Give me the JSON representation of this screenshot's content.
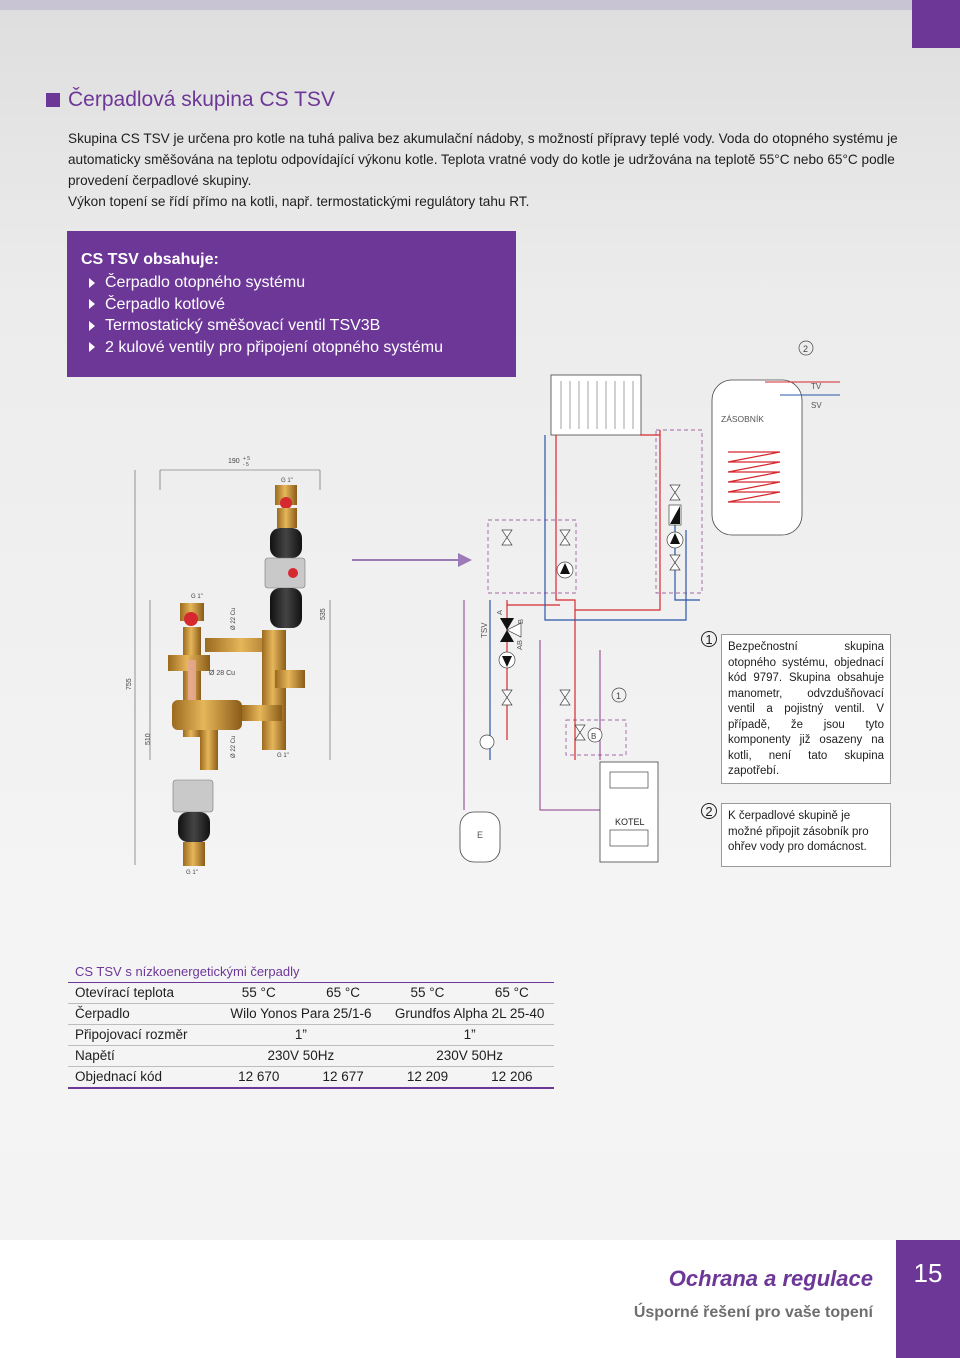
{
  "header": {
    "title": "Čerpadlová skupina CS TSV"
  },
  "intro": {
    "p1": "Skupina CS TSV je určena pro kotle na tuhá paliva bez akumulační nádoby, s možností přípravy teplé vody. Voda do otopného systému je automaticky směšována na teplotu odpovídající výkonu kotle. Teplota vratné vody do kotle je udržována na teplotě 55°C nebo 65°C podle provedení čerpadlové skupiny.",
    "p2": "Výkon topení se řídí přímo na kotli, např. termostatickými regulátory tahu RT."
  },
  "contents_box": {
    "heading": "CS TSV obsahuje:",
    "items": [
      "Čerpadlo otopného systému",
      "Čerpadlo kotlové",
      "Termostatický směšovací ventil TSV3B",
      "2 kulové ventily pro připojení otopného systému"
    ]
  },
  "drawing_labels": {
    "dim_190": "190",
    "dim_190_tol_plus": "+ 5",
    "dim_190_tol_minus": "- 5",
    "g1": "G 1\"",
    "dim_22_top": "Ø 22 Cu",
    "dim_28": "Ø 28 Cu",
    "dim_22_bottom": "Ø 22 Cu",
    "dim_535": "535",
    "dim_755": "755",
    "dim_510": "510",
    "tol_plus": "+ 5",
    "tol_minus": "- 5"
  },
  "schema_labels": {
    "tv": "TV",
    "sv": "SV",
    "zasobnik": "ZÁSOBNÍK",
    "tsv": "TSV",
    "a": "A",
    "b": "B",
    "ab": "AB",
    "kotel": "KOTEL",
    "e": "E",
    "valve_b": "B",
    "marker1": "1",
    "marker2": "2"
  },
  "notes": {
    "n1_badge": "1",
    "n1_text": "Bezpečnostní skupina otopného systému, objednací kód 9797. Skupina obsahuje manometr, odvzdušňovací ventil a pojistný ventil. V případě, že jsou tyto komponenty již osazeny na kotli, není tato skupina zapotřebí.",
    "n2_badge": "2",
    "n2_text": "K čerpadlové skupině je možné připojit zásobník pro ohřev vody pro domácnost."
  },
  "table": {
    "caption": "CS TSV s nízkoenergetickými čerpadly",
    "rows": [
      {
        "label": "Otevírací teplota",
        "cells": [
          "55 °C",
          "65 °C",
          "55 °C",
          "65 °C"
        ]
      },
      {
        "label": "Čerpadlo",
        "cells": [
          "Wilo Yonos Para 25/1-6",
          "Grundfos Alpha 2L 25-40"
        ]
      },
      {
        "label": "Připojovací rozměr",
        "cells": [
          "1”",
          "1”"
        ]
      },
      {
        "label": "Napětí",
        "cells": [
          "230V 50Hz",
          "230V 50Hz"
        ]
      },
      {
        "label": "Objednací kód",
        "cells": [
          "12 670",
          "12 677",
          "12 209",
          "12 206"
        ]
      }
    ]
  },
  "footer": {
    "slogan_main": "Ochrana a regulace",
    "slogan_sub": "Úsporné řešení pro vaše topení",
    "page_number": "15"
  },
  "colors": {
    "brand_purple": "#6d3798",
    "pipe_red": "#d5282f",
    "pipe_blue": "#2b57a8",
    "pipe_purple": "#8b3a8b"
  }
}
